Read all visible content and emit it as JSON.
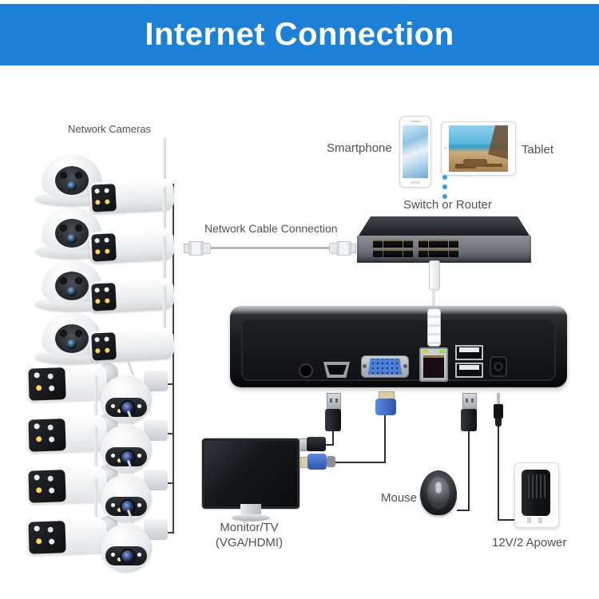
{
  "header": {
    "title": "Internet Connection"
  },
  "cameras": {
    "label": "Network Cameras",
    "dome_count": 4,
    "bullet_left_count": 4,
    "bullet_right_count": 4,
    "ptz_count": 4
  },
  "mobile": {
    "smartphone_label": "Smartphone",
    "tablet_label": "Tablet"
  },
  "network": {
    "switch_label": "Switch or Router",
    "switch_ports": 16,
    "cable_label": "Network Cable Connection"
  },
  "peripherals": {
    "monitor_label_line1": "Monitor/TV",
    "monitor_label_line2": "(VGA/HDMI)",
    "mouse_label": "Mouse",
    "power_label": "12V/2 Apower"
  },
  "colors": {
    "header_bg": "#1b80d6",
    "dot_blue": "#2f9ff0",
    "vga_blue": "#3f6fd4"
  }
}
